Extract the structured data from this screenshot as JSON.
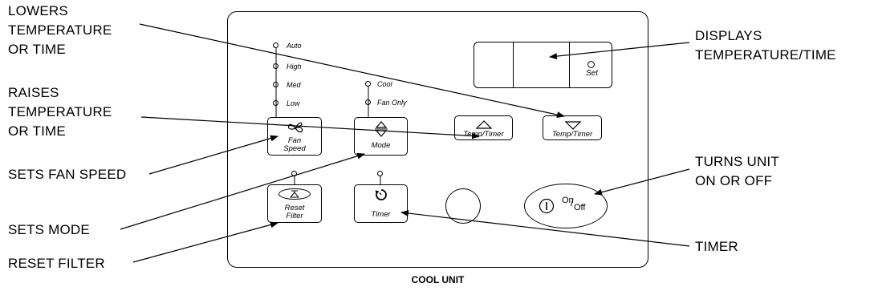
{
  "callouts": {
    "lowers": [
      "LOWERS",
      "TEMPERATURE",
      "OR TIME"
    ],
    "raises": [
      "RAISES",
      "TEMPERATURE",
      "OR TIME"
    ],
    "fan_speed": "SETS FAN SPEED",
    "mode": "SETS MODE",
    "reset_filter": "RESET FILTER",
    "displays": [
      "DISPLAYS",
      "TEMPERATURE/TIME"
    ],
    "turns": [
      "TURNS UNIT",
      "ON OR OFF"
    ],
    "timer": "TIMER"
  },
  "panel": {
    "fan_levels": [
      "Auto",
      "High",
      "Med",
      "Low"
    ],
    "mode_options": [
      "Cool",
      "Fan Only"
    ],
    "fan_label": [
      "Fan",
      "Speed"
    ],
    "mode_label": "Mode",
    "temp_up_label": "Temp/Timer",
    "temp_down_label": "Temp/Timer",
    "reset_label": [
      "Reset",
      "Filter"
    ],
    "timer_label": "Timer",
    "display_set_label": "Set",
    "onoff_on": "On",
    "onoff_off": "Off"
  },
  "caption": "COOL UNIT"
}
